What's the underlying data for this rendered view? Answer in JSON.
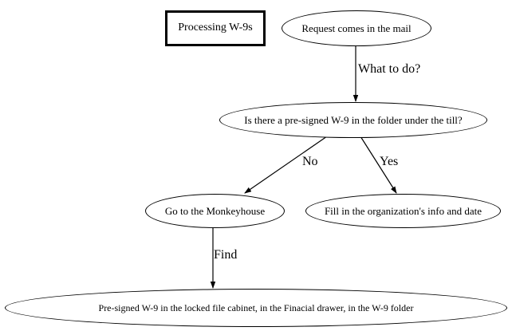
{
  "diagram": {
    "title_box": {
      "label": "Processing W-9s"
    },
    "nodes": [
      {
        "id": "start",
        "label": "Request comes in the mail"
      },
      {
        "id": "decision",
        "label": "Is there a pre-signed W-9 in the folder under the till?"
      },
      {
        "id": "monkey",
        "label": "Go to the Monkeyhouse"
      },
      {
        "id": "fill",
        "label": "Fill in the organization's info and date"
      },
      {
        "id": "cabinet",
        "label": "Pre-signed W-9 in the locked file cabinet, in the Finacial drawer, in the W-9 folder"
      }
    ],
    "edges": [
      {
        "id": "start-to-decision",
        "label": "What to do?",
        "from": "start",
        "to": "decision"
      },
      {
        "id": "decision-to-monkey",
        "label": "No",
        "from": "decision",
        "to": "monkey"
      },
      {
        "id": "decision-to-fill",
        "label": "Yes",
        "from": "decision",
        "to": "fill"
      },
      {
        "id": "monkey-to-cabinet",
        "label": "Find",
        "from": "monkey",
        "to": "cabinet"
      }
    ],
    "colors": {
      "background": "#ffffff",
      "stroke": "#000000",
      "text": "#000000"
    }
  }
}
